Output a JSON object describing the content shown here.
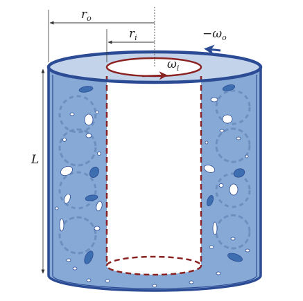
{
  "labels": {
    "r_outer": {
      "main": "r",
      "sub": "o"
    },
    "r_inner": {
      "main": "r",
      "sub": "i"
    },
    "omega_outer": {
      "main": "−ω",
      "sub": "o"
    },
    "omega_inner": {
      "main": "ω",
      "sub": "i"
    },
    "length": "L"
  },
  "colors": {
    "outer_cylinder": "#2b4b94",
    "inner_cylinder": "#8b2222",
    "fluid_fill": "#87a9d6",
    "fluid_fill_light": "#c3d4ea",
    "vortex": "#6487b8",
    "particle_dark": "#3d6eb0",
    "particle_white": "#ffffff",
    "dimension_line": "#333333"
  }
}
